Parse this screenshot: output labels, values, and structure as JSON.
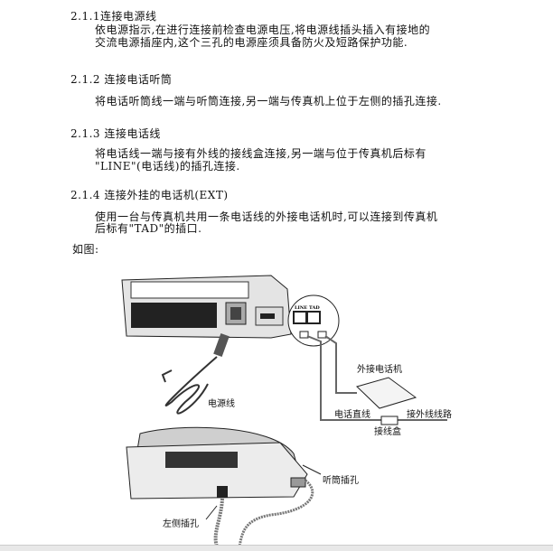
{
  "sections": [
    {
      "heading": "2.1.1连接电源线",
      "body": [
        "依电源指示,在进行连接前检查电源电压,将电源线插头插入有接地的",
        "交流电源插座内,这个三孔的电源座须具备防火及短路保护功能."
      ]
    },
    {
      "heading": "2.1.2 连接电话听筒",
      "body": [
        "将电话听筒线一端与听筒连接,另一端与传真机上位于左侧的插孔连接."
      ]
    },
    {
      "heading": "2.1.3 连接电话线",
      "body": [
        "将电话线一端与接有外线的接线盒连接,另一端与位于传真机后标有",
        "\"LINE\"(电话线)的插孔连接."
      ]
    },
    {
      "heading": "2.1.4 连接外挂的电话机(EXT)",
      "body": [
        "使用一台与传真机共用一条电话线的外接电话机时,可以连接到传真机",
        "后标有\"TAD\"的插口."
      ]
    }
  ],
  "figure_intro": "如图:",
  "figure": {
    "port_labels": [
      "LINE",
      "TAD"
    ],
    "labels": {
      "power_cord": "电源线",
      "external_phone": "外接电话机",
      "phone_line": "电话直线",
      "to_outside_line": "接外线线路",
      "junction_box": "接线盒",
      "handset_jack": "听筒插孔",
      "left_jack": "左侧插孔"
    }
  }
}
